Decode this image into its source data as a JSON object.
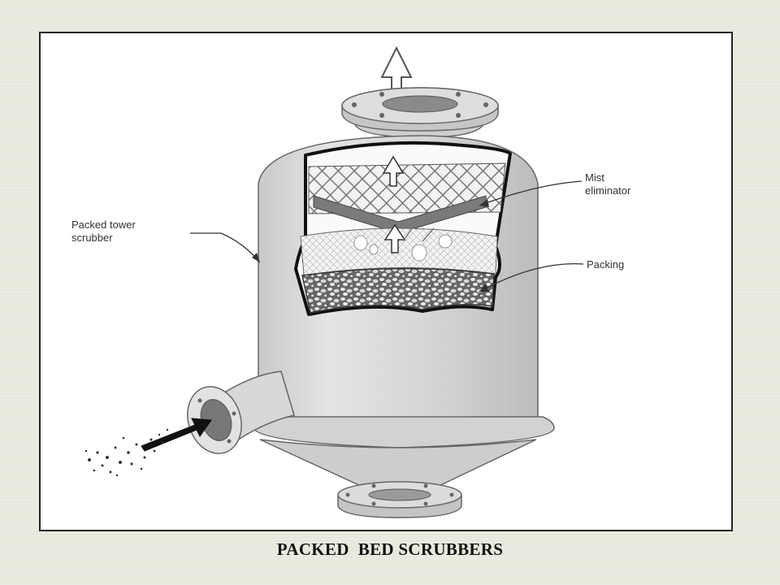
{
  "labels": {
    "tower": [
      "Packed tower",
      "scrubber"
    ],
    "mist": [
      "Mist",
      "eliminator"
    ],
    "packing": "Packing"
  },
  "caption": "PACKED  BED SCRUBBERS"
}
